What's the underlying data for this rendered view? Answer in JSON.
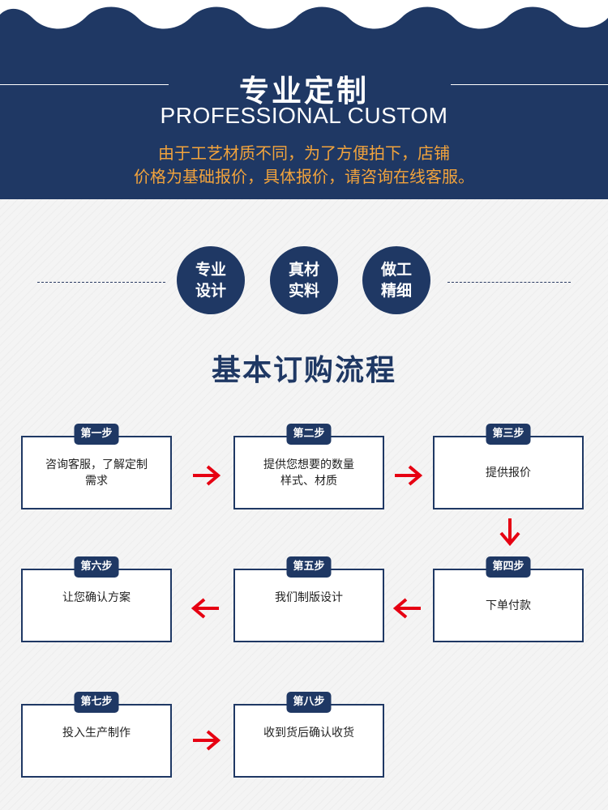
{
  "header": {
    "title": "专业定制",
    "subtitle": "PROFESSIONAL CUSTOM",
    "note_line1": "由于工艺材质不同，为了方便拍下，店铺",
    "note_line2": "价格为基础报价，具体报价，请咨询在线客服。"
  },
  "features": [
    {
      "line1": "专业",
      "line2": "设计"
    },
    {
      "line1": "真材",
      "line2": "实料"
    },
    {
      "line1": "做工",
      "line2": "精细"
    }
  ],
  "process_title": "基本订购流程",
  "steps": [
    {
      "badge": "第一步",
      "line1": "咨询客服，了解定制",
      "line2": "需求"
    },
    {
      "badge": "第二步",
      "line1": "提供您想要的数量",
      "line2": "样式、材质"
    },
    {
      "badge": "第三步",
      "line1": "提供报价",
      "line2": ""
    },
    {
      "badge": "第四步",
      "line1": "下单付款",
      "line2": ""
    },
    {
      "badge": "第五步",
      "line1": "我们制版设计",
      "line2": ""
    },
    {
      "badge": "第六步",
      "line1": "让您确认方案",
      "line2": ""
    },
    {
      "badge": "第七步",
      "line1": "投入生产制作",
      "line2": ""
    },
    {
      "badge": "第八步",
      "line1": "收到货后确认收货",
      "line2": ""
    }
  ],
  "colors": {
    "navy": "#1f3864",
    "accent": "#f2a33c",
    "arrow": "#e60012"
  }
}
